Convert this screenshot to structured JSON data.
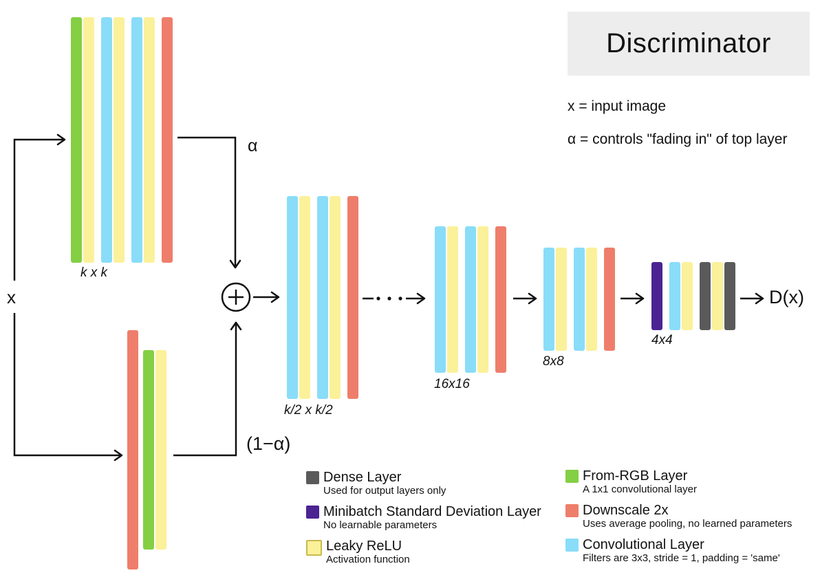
{
  "palette": {
    "green": "#84CF43",
    "yellow": "#FBF19A",
    "blue": "#89DDF8",
    "salmon": "#EE7E6B",
    "purple": "#4B2392",
    "gray": "#5A5A5A",
    "header_bg": "#EDEDED",
    "ink": "#121212"
  },
  "header": {
    "title": "Discriminator"
  },
  "notes": {
    "input": "x = input image",
    "alpha": "α = controls \"fading in\" of top layer"
  },
  "flow": {
    "input_label": "x",
    "alpha_label": "α",
    "one_minus_alpha_label": "(1−α)",
    "output_label": "D(x)"
  },
  "blocks": [
    {
      "id": "kxk",
      "label": "k x k",
      "groups": [
        [
          "green",
          "yellow"
        ],
        [
          "blue",
          "yellow"
        ],
        [
          "blue",
          "yellow"
        ],
        [
          "salmon"
        ]
      ]
    },
    {
      "id": "lower-fade",
      "label": "",
      "groups": [
        [
          "salmon"
        ],
        [
          "green",
          "yellow"
        ]
      ]
    },
    {
      "id": "k2xk2",
      "label": "k/2 x k/2",
      "groups": [
        [
          "blue",
          "yellow"
        ],
        [
          "blue",
          "yellow"
        ],
        [
          "salmon"
        ]
      ]
    },
    {
      "id": "16x16",
      "label": "16x16",
      "groups": [
        [
          "blue",
          "yellow"
        ],
        [
          "blue",
          "yellow"
        ],
        [
          "salmon"
        ]
      ]
    },
    {
      "id": "8x8",
      "label": "8x8",
      "groups": [
        [
          "blue",
          "yellow"
        ],
        [
          "blue",
          "yellow"
        ],
        [
          "salmon"
        ]
      ]
    },
    {
      "id": "4x4",
      "label": "4x4",
      "groups": [
        [
          "purple"
        ],
        [
          "blue",
          "yellow"
        ],
        [
          "gray",
          "yellow",
          "gray"
        ]
      ]
    }
  ],
  "legend": {
    "items": [
      {
        "swatch": "gray",
        "title": "Dense Layer",
        "sub": "Used for output layers only"
      },
      {
        "swatch": "purple",
        "title": "Minibatch Standard Deviation Layer",
        "sub": "No learnable parameters"
      },
      {
        "swatch": "yellow",
        "title": "Leaky ReLU",
        "sub": "Activation function"
      },
      {
        "swatch": "green",
        "title": "From-RGB Layer",
        "sub": "A 1x1 convolutional layer"
      },
      {
        "swatch": "salmon",
        "title": "Downscale 2x",
        "sub": "Uses average pooling, no learned parameters"
      },
      {
        "swatch": "blue",
        "title": "Convolutional Layer",
        "sub": "Filters are 3x3, stride = 1, padding = 'same'"
      }
    ]
  }
}
